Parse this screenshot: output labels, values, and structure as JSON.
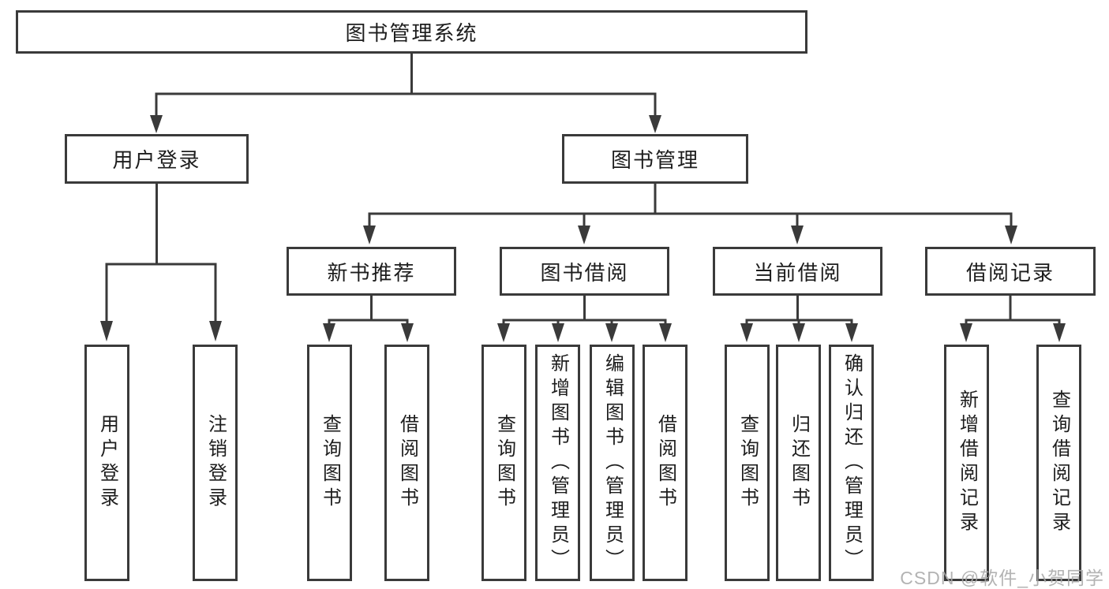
{
  "diagram": {
    "type": "hierarchy-tree",
    "line_color": "#3a3a3a",
    "box_border_color": "#3a3a3a",
    "box_fill_color": "#ffffff",
    "text_color": "#1d1d1d",
    "tree": {
      "root": {
        "label": "图书管理系统",
        "children": [
          {
            "label": "用户登录",
            "children": [
              {
                "label": "用户登录"
              },
              {
                "label": "注销登录"
              }
            ]
          },
          {
            "label": "图书管理",
            "children": [
              {
                "label": "新书推荐",
                "children": [
                  {
                    "label": "查询图书"
                  },
                  {
                    "label": "借阅图书"
                  }
                ]
              },
              {
                "label": "图书借阅",
                "children": [
                  {
                    "label": "查询图书"
                  },
                  {
                    "label": "新增图书（管理员）"
                  },
                  {
                    "label": "编辑图书（管理员）"
                  },
                  {
                    "label": "借阅图书"
                  }
                ]
              },
              {
                "label": "当前借阅",
                "children": [
                  {
                    "label": "查询图书"
                  },
                  {
                    "label": "归还图书"
                  },
                  {
                    "label": "确认归还（管理员）"
                  }
                ]
              },
              {
                "label": "借阅记录",
                "children": [
                  {
                    "label": "新增借阅记录"
                  },
                  {
                    "label": "查询借阅记录"
                  }
                ]
              }
            ]
          }
        ]
      }
    }
  },
  "watermark": {
    "text": "CSDN @软件_小贺同学",
    "color": "#a9a9a9"
  }
}
